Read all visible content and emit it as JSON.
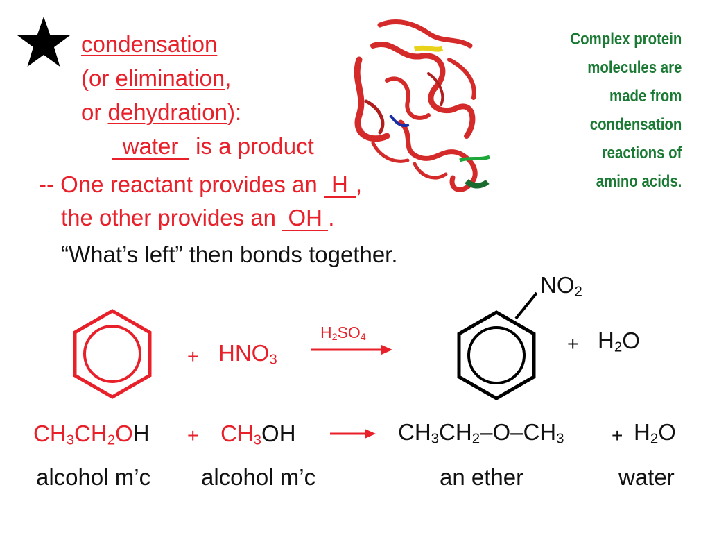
{
  "header": {
    "condensation": "condensation",
    "or_open": "(or ",
    "elimination": "elimination",
    "comma": ",",
    "or_word": "or ",
    "dehydration": "dehydration",
    "close_colon": "):",
    "water_blank": "water",
    "is_product": " is a product"
  },
  "rules": {
    "line1_prefix": "-- One reactant provides an ",
    "line1_blank": "H",
    "line1_suffix": ",",
    "line2_prefix": "the other provides an ",
    "line2_blank": "OH",
    "line2_suffix": ".",
    "line3": "“What’s left” then bonds together."
  },
  "side_note": {
    "lines": [
      "Complex protein",
      "molecules are",
      "made from",
      "condensation",
      "reactions of",
      "amino acids."
    ]
  },
  "reaction1": {
    "plus": "+",
    "hno": "HNO",
    "sub3": "3",
    "catalyst_h": "H",
    "catalyst_sub2": "2",
    "catalyst_so": "SO",
    "catalyst_sub4": "4",
    "no": "NO",
    "no_sub2": "2",
    "plus2": "+",
    "h": "H",
    "h_sub2": "2",
    "o": "O"
  },
  "reaction2": {
    "r1": {
      "ch": "CH",
      "s1": "3",
      "ch2": "CH",
      "s2": "2",
      "o": "O",
      "h": "H"
    },
    "plus": "+",
    "r2": {
      "ch": "CH",
      "s1": "3",
      "oh": "OH"
    },
    "product": {
      "ch": "CH",
      "s1": "3",
      "ch2": "CH",
      "s2": "2",
      "mid": "–O–CH",
      "s3": "3"
    },
    "plus2": "+",
    "water": {
      "h": "H",
      "s": "2",
      "o": "O"
    },
    "labels": {
      "alcohol1": "alcohol m’c",
      "alcohol2": "alcohol m’c",
      "ether": "an ether",
      "water": "water"
    }
  },
  "colors": {
    "accent_red": "#e8202a",
    "note_green": "#1a7a34",
    "text": "#111111"
  },
  "icons": {
    "star": "star-icon",
    "protein": "protein-ribbon-image"
  }
}
